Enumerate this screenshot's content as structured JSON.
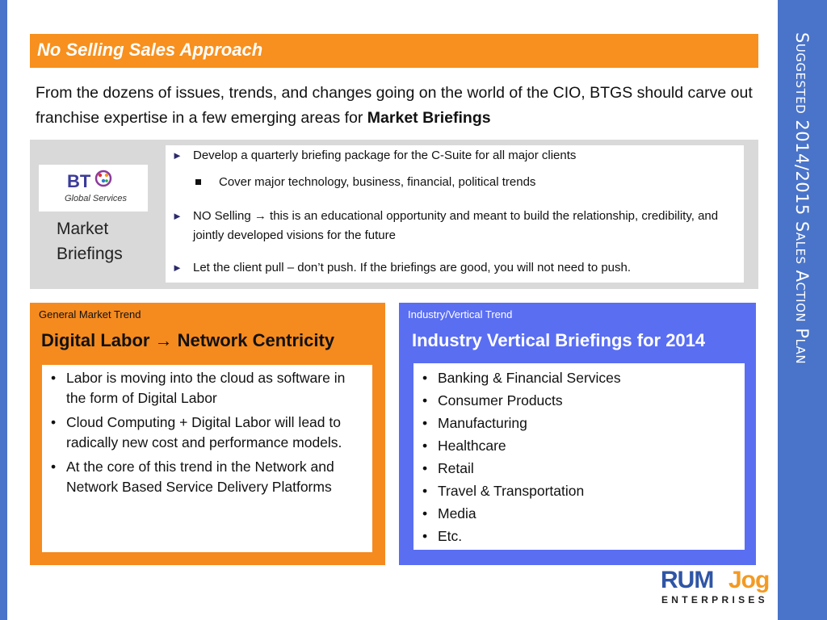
{
  "slide": {
    "side_title": "Suggested 2014/2015 Sales Action Plan",
    "heading": "No Selling Sales Approach",
    "intro_text": "From the dozens of issues, trends, and changes going on the world of the CIO, BTGS should carve out franchise expertise in a few emerging areas for ",
    "intro_bold": "Market Briefings"
  },
  "logo": {
    "brand": "BT",
    "subtitle": "Global Services"
  },
  "market_briefings": {
    "label": "Market Briefings",
    "bullets": [
      "Develop a quarterly briefing package for the C-Suite for all major clients",
      "NO Selling → this is an educational opportunity and meant to build the relationship, credibility, and jointly developed visions for the future",
      "Let the client pull – don’t push.   If the briefings are good, you will not need to push."
    ],
    "sub_bullet": "Cover major technology, business, financial, political trends"
  },
  "general_trend": {
    "small_label": "General Market Trend",
    "title": "Digital Labor → Network Centricity",
    "bullets": [
      "Labor is moving into the cloud as software in the form of Digital Labor",
      "Cloud Computing + Digital Labor will lead to radically new cost and performance models.",
      "At the core of this trend in the Network and Network Based Service Delivery Platforms"
    ]
  },
  "industry_trend": {
    "small_label": "Industry/Vertical Trend",
    "title": "Industry Vertical Briefings for 2014",
    "bullets": [
      "Banking & Financial Services",
      "Consumer Products",
      "Manufacturing",
      "Healthcare",
      "Retail",
      "Travel & Transportation",
      "Media",
      "Etc."
    ]
  },
  "footer_logo": {
    "part1": "RUM",
    "part2": "Jog",
    "tagline": "ENTERPRISES"
  },
  "colors": {
    "accent_orange": "#f7901e",
    "accent_blue": "#4a74c9",
    "panel_blue": "#5a6ef2"
  }
}
